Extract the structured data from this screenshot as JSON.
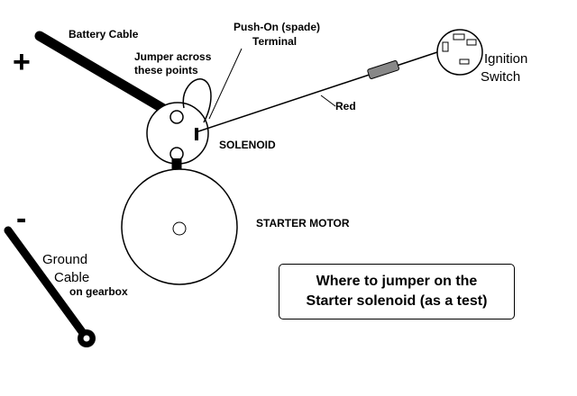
{
  "labels": {
    "battery_cable": "Battery Cable",
    "plus_sign": "+",
    "jumper_line1": "Jumper across",
    "jumper_line2": "these points",
    "push_on_line1": "Push-On (spade)",
    "push_on_line2": "Terminal",
    "ignition_line1": "Ignition",
    "ignition_line2": "Switch",
    "red_wire": "Red",
    "solenoid": "SOLENOID",
    "starter_motor": "STARTER MOTOR",
    "minus_sign": "-",
    "ground_line1": "Ground",
    "ground_line2": "Cable",
    "ground_line3": "on gearbox"
  },
  "caption": {
    "line1": "Where to jumper on the",
    "line2": "Starter solenoid (as a test)"
  }
}
